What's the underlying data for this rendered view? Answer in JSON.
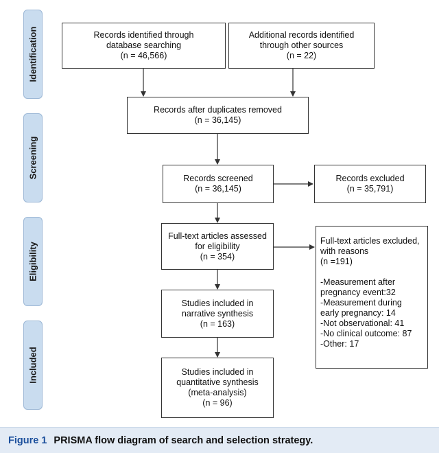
{
  "stages": [
    {
      "key": "identification",
      "label": "Identification"
    },
    {
      "key": "screening",
      "label": "Screening"
    },
    {
      "key": "eligibility",
      "label": "Eligibility"
    },
    {
      "key": "included",
      "label": "Included"
    }
  ],
  "boxes": {
    "database": {
      "lines": [
        "Records identified through",
        "database searching",
        "(n = 46,566)"
      ]
    },
    "other": {
      "lines": [
        "Additional records identified",
        "through other sources",
        "(n = 22)"
      ]
    },
    "duplicates": {
      "lines": [
        "Records after duplicates removed",
        "(n = 36,145)"
      ]
    },
    "screened": {
      "lines": [
        "Records screened",
        "(n = 36,145)"
      ]
    },
    "excluded": {
      "lines": [
        "Records excluded",
        "(n = 35,791)"
      ]
    },
    "fulltext": {
      "lines": [
        "Full-text articles assessed",
        "for eligibility",
        "(n = 354)"
      ]
    },
    "fulltext_excluded": {
      "lines": [
        "Full-text articles excluded,",
        "with reasons",
        "(n =191)"
      ],
      "reasons": [
        "-Measurement after",
        "pregnancy event:32",
        "-Measurement during",
        "early pregnancy: 14",
        "-Not observational: 41",
        "-No clinical outcome: 87",
        "-Other: 17"
      ]
    },
    "narrative": {
      "lines": [
        "Studies included in",
        "narrative synthesis",
        "(n = 163)"
      ]
    },
    "quantitative": {
      "lines": [
        "Studies included in",
        "quantitative synthesis",
        "(meta-analysis)",
        "(n = 96)"
      ]
    }
  },
  "caption": {
    "label": "Figure 1",
    "text": "PRISMA flow diagram of search and selection strategy."
  }
}
